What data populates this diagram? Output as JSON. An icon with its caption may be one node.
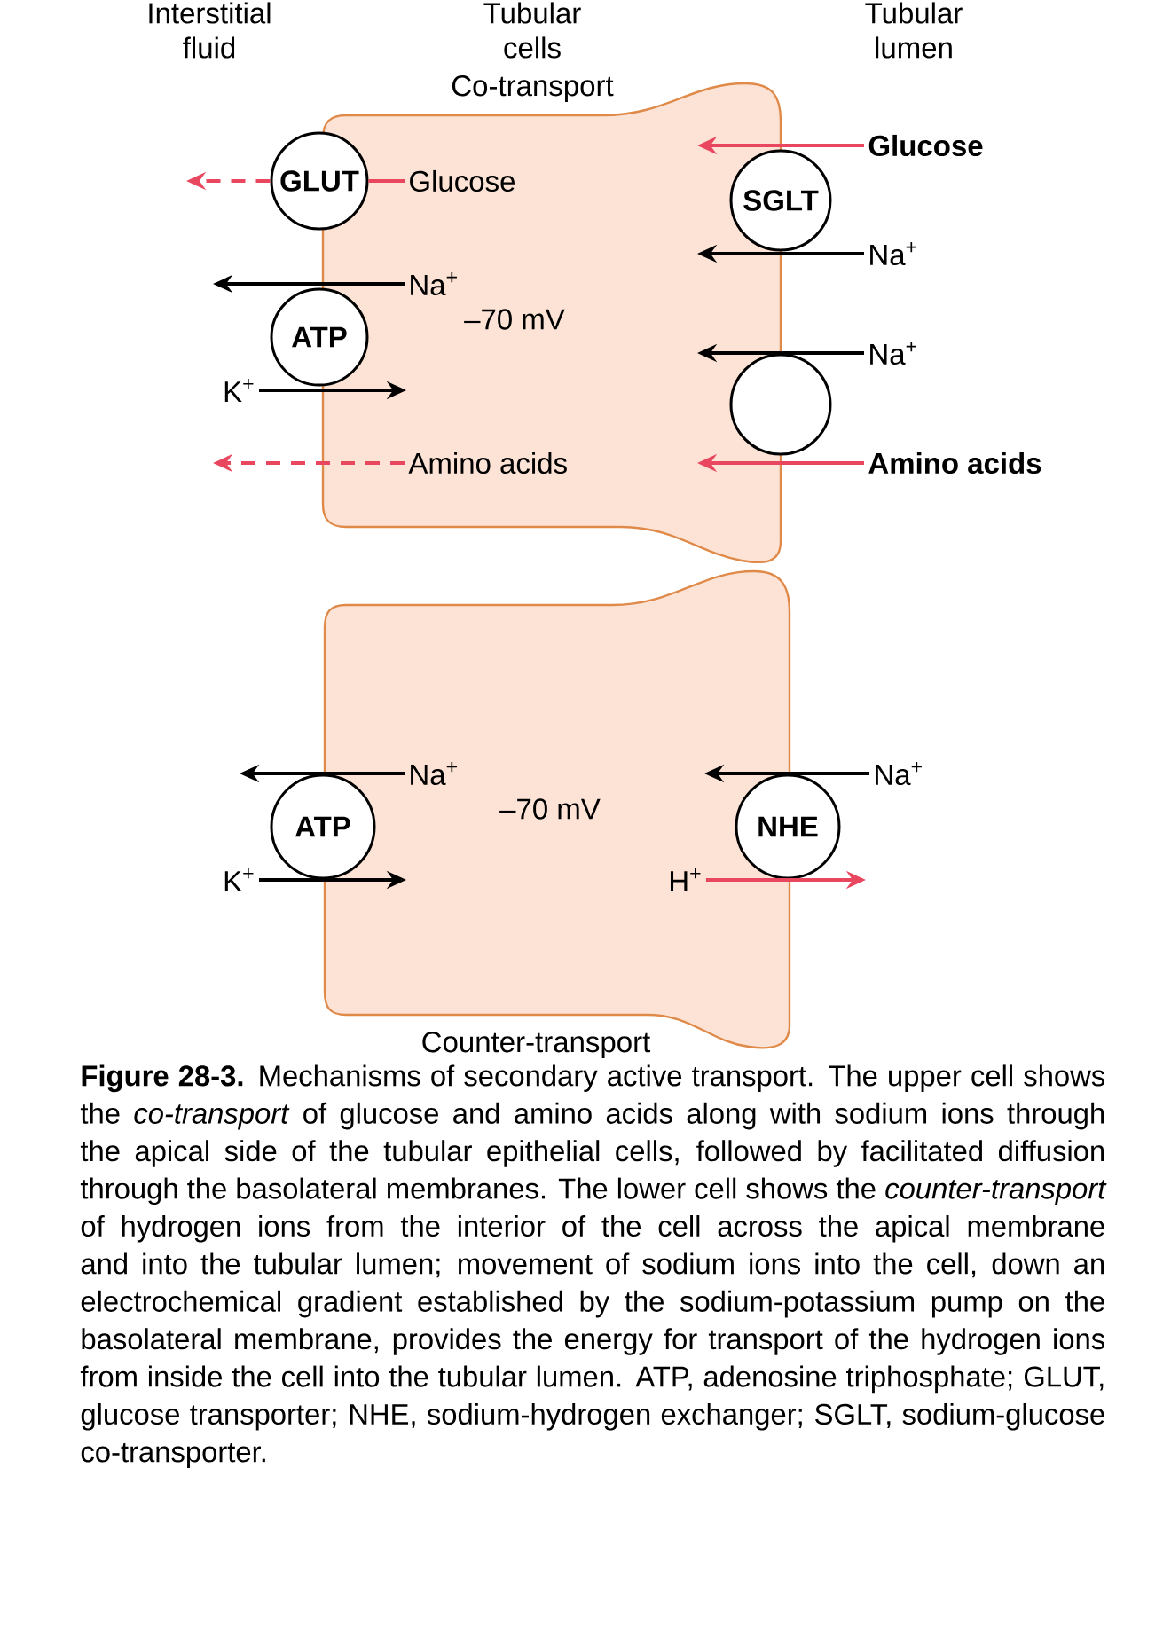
{
  "diagram": {
    "caption": "**Figure 28-3.** Mechanisms of secondary active transport. The upper cell shows the *co-transport* of glucose and amino acids along with sodium ions through the apical side of the tubular epithelial cells, followed by facilitated diffusion through the basolateral membranes. The lower cell shows the *counter-transport* of hydrogen ions from the interior of the cell across the apical membrane and into the tubular lumen; movement of sodium ions into the cell, down an electrochemical gradient established by the sodium-potassium pump on the basolateral membrane, provides the energy for transport of the hydrogen ions from inside the cell into the tubular lumen. ATP, adenosine triphosphate; GLUT, glucose transporter; NHE, sodium-hydrogen exchanger; SGLT, sodium-glucose co-transporter.",
    "nodes": [
      {
        "text": [
          "Co-transport",
          "–70 mV"
        ]
      },
      {
        "text": [
          "GLUT"
        ]
      },
      {
        "text": [
          "Glucose"
        ],
        "in": 0
      },
      {
        "text": [
          "Glucose"
        ]
      },
      {
        "text": [
          "SGLT"
        ]
      },
      {
        "text": [
          "Na$^{+}$"
        ],
        "in": 0
      },
      {
        "text": [
          "Na$^{+}$"
        ]
      },
      {
        "text": [
          "ATP"
        ]
      },
      {
        "text": [
          "K$^{+}$"
        ]
      },
      {
        "text": [
          "Na$^{+}$"
        ]
      },
      {
        "text": [],
        "shape": "circle"
      },
      {
        "text": [
          "Amino acids"
        ],
        "in": 0
      },
      {
        "text": [
          "Amino acids"
        ]
      },
      {
        "text": [
          "–70 mV",
          "Counter-transport"
        ]
      },
      {
        "text": [
          "Na$^{+}$"
        ],
        "in": 13
      },
      {
        "text": [
          "Na$^{+}$"
        ]
      },
      {
        "text": [
          "ATP"
        ]
      },
      {
        "text": [
          "NHE"
        ]
      },
      {
        "text": [
          "K$^{+}$"
        ]
      },
      {
        "text": [
          "H$^{+}$"
        ],
        "in": 13
      }
    ],
    "edges": [
      {
        "from": 2,
        "to": 1,
        "arrow": "none",
        "color": "#e8475f"
      },
      {
        "from": 1,
        "to": null,
        "arrow": "to",
        "style": "dashed",
        "color": "#e8475f"
      },
      {
        "from": 3,
        "to": null,
        "arrow": "to",
        "color": "#e8475f"
      },
      {
        "from": 5,
        "to": null,
        "arrow": "to"
      },
      {
        "from": 6,
        "to": null,
        "arrow": "to"
      },
      {
        "from": 8,
        "to": null,
        "arrow": "to"
      },
      {
        "from": 9,
        "to": null,
        "arrow": "to"
      },
      {
        "from": 11,
        "to": null,
        "arrow": "to",
        "style": "dashed",
        "color": "#e8475f"
      },
      {
        "from": 12,
        "to": null,
        "arrow": "to",
        "color": "#e8475f"
      },
      {
        "from": 14,
        "to": null,
        "arrow": "to"
      },
      {
        "from": 15,
        "to": null,
        "arrow": "to"
      },
      {
        "from": 18,
        "to": null,
        "arrow": "to"
      },
      {
        "from": 19,
        "to": null,
        "arrow": "to",
        "color": "#e8475f"
      }
    ],
    "labels": [
      "Interstitial fluid",
      "Tubular cells",
      "Tubular lumen"
    ]
  }
}
